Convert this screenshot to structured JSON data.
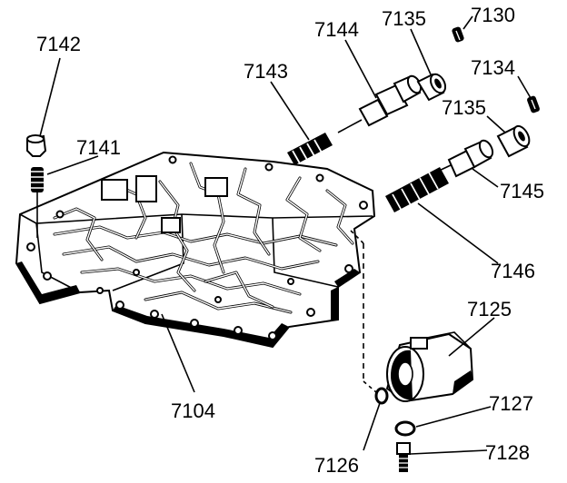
{
  "callouts": {
    "p7142": "7142",
    "p7141": "7141",
    "p7143": "7143",
    "p7144": "7144",
    "p7135a": "7135",
    "p7130": "7130",
    "p7134": "7134",
    "p7135b": "7135",
    "p7145": "7145",
    "p7146": "7146",
    "p7125": "7125",
    "p7104": "7104",
    "p7127": "7127",
    "p7126": "7126",
    "p7128": "7128"
  },
  "colors": {
    "ink": "#000000",
    "paper": "#ffffff"
  }
}
